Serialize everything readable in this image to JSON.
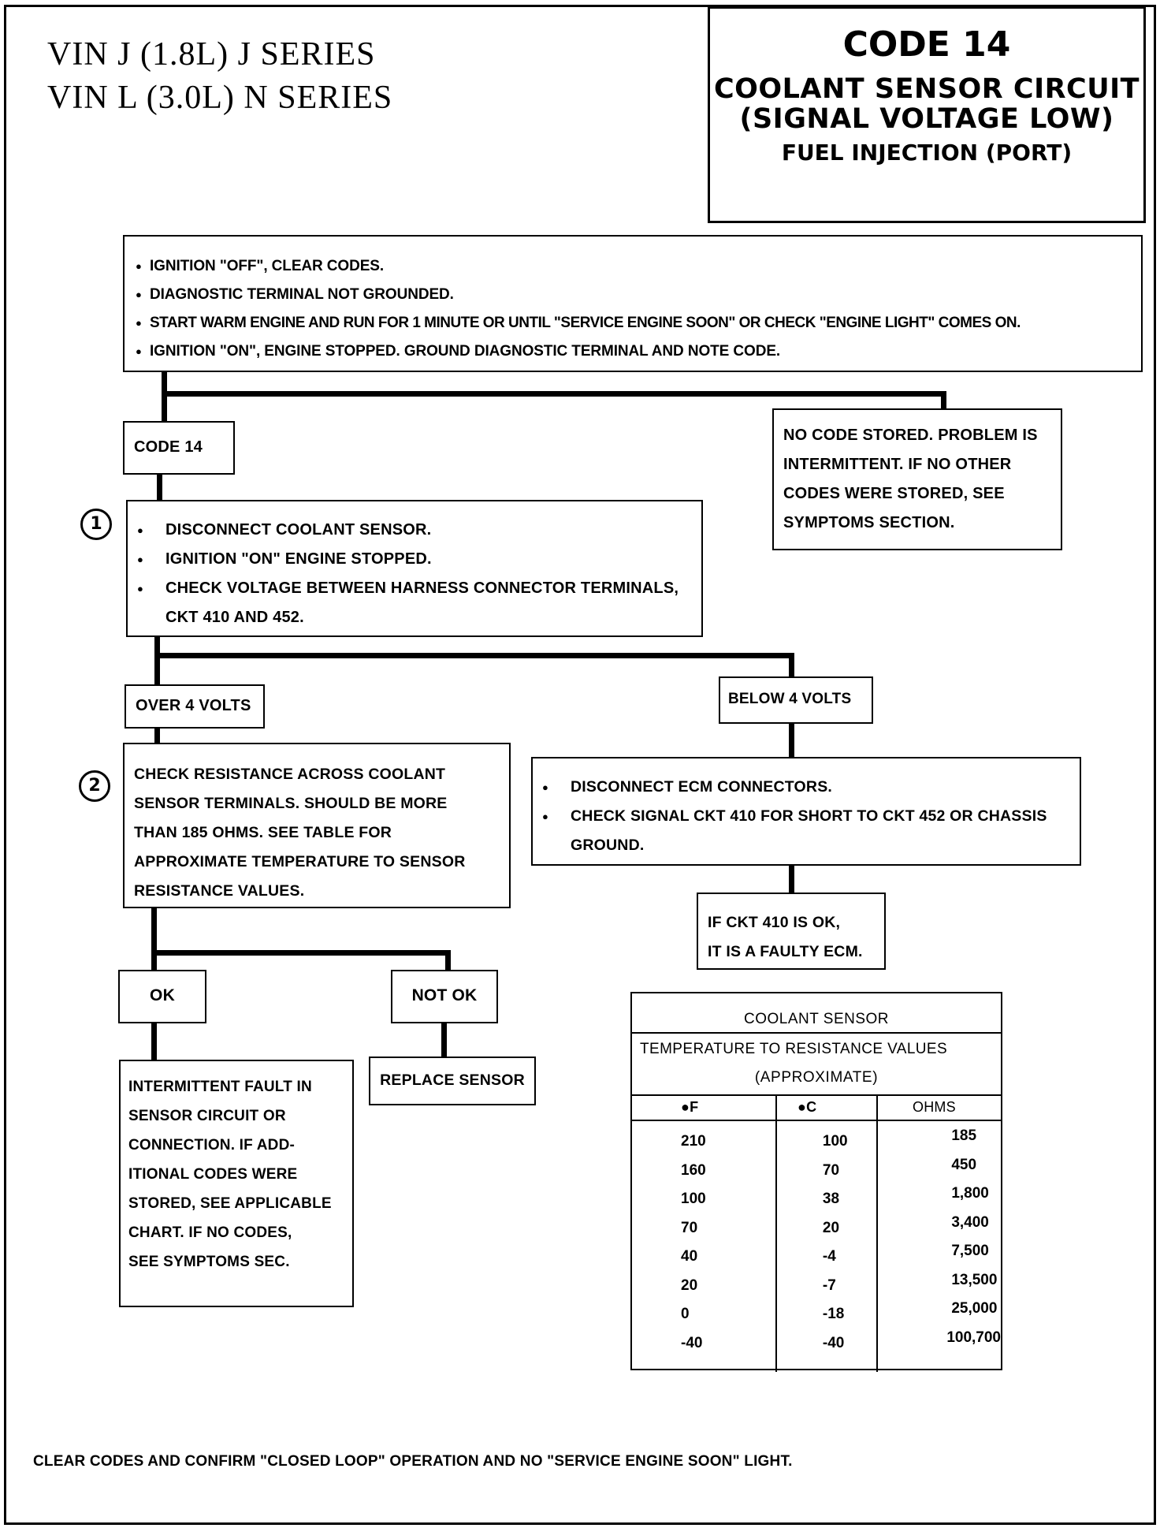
{
  "header": {
    "vin_lines": [
      "VIN  J  (1.8L)  J  SERIES",
      "VIN  L  (3.0L)  N  SERIES"
    ],
    "code": "CODE 14",
    "subtitle_1": "COOLANT SENSOR CIRCUIT",
    "subtitle_2": "(SIGNAL VOLTAGE LOW)",
    "subtitle_3": "FUEL INJECTION (PORT)"
  },
  "intro": {
    "steps": [
      "IGNITION \"OFF\", CLEAR CODES.",
      "DIAGNOSTIC TERMINAL NOT GROUNDED.",
      "START WARM ENGINE AND RUN FOR 1 MINUTE OR UNTIL \"SERVICE ENGINE SOON\" OR CHECK \"ENGINE LIGHT\" COMES ON.",
      "IGNITION \"ON\", ENGINE STOPPED.  GROUND DIAGNOSTIC TERMINAL AND NOTE CODE."
    ]
  },
  "code14_box": "CODE 14",
  "no_code_box": [
    "NO CODE STORED.  PROBLEM IS",
    "INTERMITTENT.  IF NO OTHER",
    "CODES WERE STORED, SEE",
    "SYMPTOMS  SECTION."
  ],
  "step1": {
    "number": "1",
    "items": [
      "DISCONNECT COOLANT SENSOR.",
      "IGNITION \"ON\" ENGINE STOPPED.",
      "CHECK VOLTAGE BETWEEN HARNESS CONNECTOR TERMINALS, CKT 410 AND 452."
    ]
  },
  "over4": "OVER 4 VOLTS",
  "below4": "BELOW 4 VOLTS",
  "step2": {
    "number": "2",
    "lines": [
      "CHECK RESISTANCE ACROSS COOLANT",
      "SENSOR TERMINALS.  SHOULD BE MORE",
      "THAN 185 OHMS. SEE TABLE FOR",
      "APPROXIMATE TEMPERATURE TO SENSOR",
      "RESISTANCE VALUES."
    ]
  },
  "ecm_box": {
    "items": [
      "DISCONNECT ECM CONNECTORS.",
      "CHECK SIGNAL CKT 410 FOR SHORT TO CKT 452 OR CHASSIS GROUND."
    ]
  },
  "faulty_ecm": [
    "IF CKT 410 IS OK,",
    "IT IS A FAULTY ECM."
  ],
  "ok": "OK",
  "not_ok": "NOT OK",
  "intermittent_box": [
    "INTERMITTENT  FAULT  IN",
    "SENSOR  CIRCUIT OR",
    "CONNECTION.  IF ADD-",
    "ITIONAL CODES WERE",
    "STORED, SEE APPLICABLE",
    "CHART.  IF NO CODES,",
    "SEE SYMPTOMS SEC."
  ],
  "replace_sensor": "REPLACE SENSOR",
  "table": {
    "title_1": "COOLANT SENSOR",
    "title_2": "TEMPERATURE TO RESISTANCE VALUES",
    "title_3": "(APPROXIMATE)",
    "headers": [
      "●F",
      "●C",
      "OHMS"
    ],
    "rows": [
      [
        "210",
        "100",
        "185"
      ],
      [
        "160",
        "70",
        "450"
      ],
      [
        "100",
        "38",
        "1,800"
      ],
      [
        "70",
        "20",
        "3,400"
      ],
      [
        "40",
        "-4",
        "7,500"
      ],
      [
        "20",
        "-7",
        "13,500"
      ],
      [
        "0",
        "-18",
        "25,000"
      ],
      [
        "-40",
        "-40",
        "100,700"
      ]
    ]
  },
  "footer": "CLEAR CODES AND CONFIRM \"CLOSED LOOP\"  OPERATION AND NO \"SERVICE ENGINE SOON\" LIGHT."
}
